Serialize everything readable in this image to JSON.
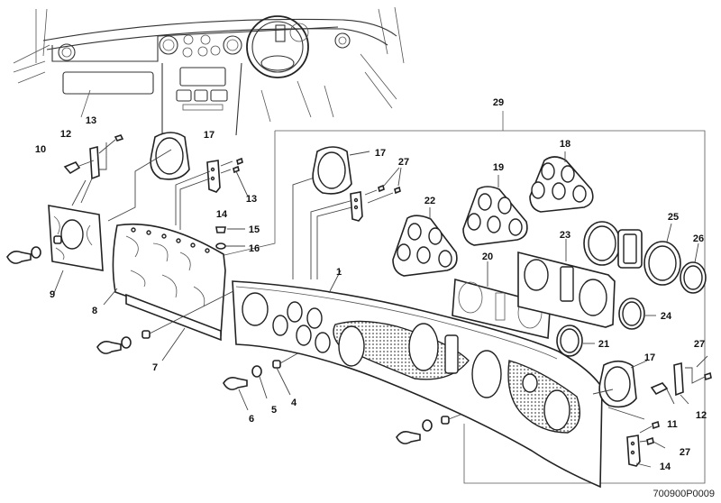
{
  "figure": {
    "type": "exploded-parts-diagram",
    "subject": "Instrument panel / fascia assembly",
    "reference_code": "700900P0009",
    "assembly_callout": "29"
  },
  "callouts": [
    {
      "id": "c1",
      "label": "1",
      "part": "fascia panel"
    },
    {
      "id": "c4",
      "label": "4",
      "part": "bulb holder sleeve"
    },
    {
      "id": "c5",
      "label": "5",
      "part": "bulb holder"
    },
    {
      "id": "c6",
      "label": "6",
      "part": "bulb"
    },
    {
      "id": "c7",
      "label": "7",
      "part": "trim strip"
    },
    {
      "id": "c8",
      "label": "8",
      "part": "veneer panel"
    },
    {
      "id": "c9",
      "label": "9",
      "part": "end panel left"
    },
    {
      "id": "c10",
      "label": "10",
      "part": "clip left"
    },
    {
      "id": "c11",
      "label": "11",
      "part": "clip right"
    },
    {
      "id": "c12a",
      "label": "12",
      "part": "bracket left"
    },
    {
      "id": "c12b",
      "label": "12",
      "part": "bracket right"
    },
    {
      "id": "c13a",
      "label": "13",
      "part": "screw left top"
    },
    {
      "id": "c13b",
      "label": "13",
      "part": "screw left bracket"
    },
    {
      "id": "c14a",
      "label": "14",
      "part": "plate left"
    },
    {
      "id": "c14b",
      "label": "14",
      "part": "plate right"
    },
    {
      "id": "c15",
      "label": "15",
      "part": "stud"
    },
    {
      "id": "c16",
      "label": "16",
      "part": "washer"
    },
    {
      "id": "c17a",
      "label": "17",
      "part": "bezel left"
    },
    {
      "id": "c17b",
      "label": "17",
      "part": "bezel center"
    },
    {
      "id": "c17c",
      "label": "17",
      "part": "bezel right"
    },
    {
      "id": "c18",
      "label": "18",
      "part": "gasket 5-hole top"
    },
    {
      "id": "c19",
      "label": "19",
      "part": "gasket 5-hole middle"
    },
    {
      "id": "c20",
      "label": "20",
      "part": "gasket 3-aperture"
    },
    {
      "id": "c21",
      "label": "21",
      "part": "ring seal"
    },
    {
      "id": "c22",
      "label": "22",
      "part": "gasket 5-hole left"
    },
    {
      "id": "c23",
      "label": "23",
      "part": "gasket 3-aperture upper"
    },
    {
      "id": "c24",
      "label": "24",
      "part": "ring seal"
    },
    {
      "id": "c25",
      "label": "25",
      "part": "gasket 3-aperture top"
    },
    {
      "id": "c26",
      "label": "26",
      "part": "ring seal"
    },
    {
      "id": "c27a",
      "label": "27",
      "part": "screws center"
    },
    {
      "id": "c27b",
      "label": "27",
      "part": "screw right top"
    },
    {
      "id": "c27c",
      "label": "27",
      "part": "screw right bottom"
    },
    {
      "id": "c29",
      "label": "29",
      "part": "assembly kit"
    }
  ]
}
